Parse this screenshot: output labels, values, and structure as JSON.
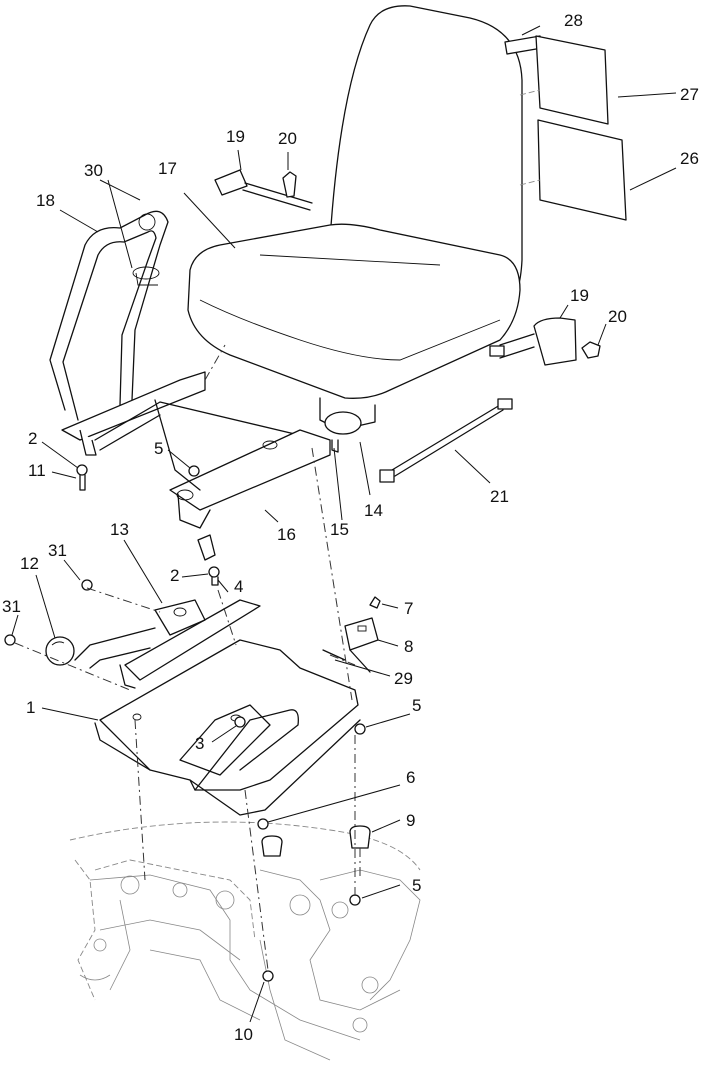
{
  "callouts": [
    {
      "id": "c1",
      "text": "1"
    },
    {
      "id": "c2a",
      "text": "2"
    },
    {
      "id": "c2b",
      "text": "2"
    },
    {
      "id": "c3",
      "text": "3"
    },
    {
      "id": "c4",
      "text": "4"
    },
    {
      "id": "c5a",
      "text": "5"
    },
    {
      "id": "c5b",
      "text": "5"
    },
    {
      "id": "c5c",
      "text": "5"
    },
    {
      "id": "c6",
      "text": "6"
    },
    {
      "id": "c7",
      "text": "7"
    },
    {
      "id": "c8",
      "text": "8"
    },
    {
      "id": "c9",
      "text": "9"
    },
    {
      "id": "c10",
      "text": "10"
    },
    {
      "id": "c11",
      "text": "11"
    },
    {
      "id": "c12",
      "text": "12"
    },
    {
      "id": "c13",
      "text": "13"
    },
    {
      "id": "c14",
      "text": "14"
    },
    {
      "id": "c15",
      "text": "15"
    },
    {
      "id": "c16",
      "text": "16"
    },
    {
      "id": "c17",
      "text": "17"
    },
    {
      "id": "c18",
      "text": "18"
    },
    {
      "id": "c19a",
      "text": "19"
    },
    {
      "id": "c19b",
      "text": "19"
    },
    {
      "id": "c20a",
      "text": "20"
    },
    {
      "id": "c20b",
      "text": "20"
    },
    {
      "id": "c21",
      "text": "21"
    },
    {
      "id": "c26",
      "text": "26"
    },
    {
      "id": "c27",
      "text": "27"
    },
    {
      "id": "c28",
      "text": "28"
    },
    {
      "id": "c29",
      "text": "29"
    },
    {
      "id": "c30",
      "text": "30"
    },
    {
      "id": "c31a",
      "text": "31"
    },
    {
      "id": "c31b",
      "text": "31"
    }
  ]
}
